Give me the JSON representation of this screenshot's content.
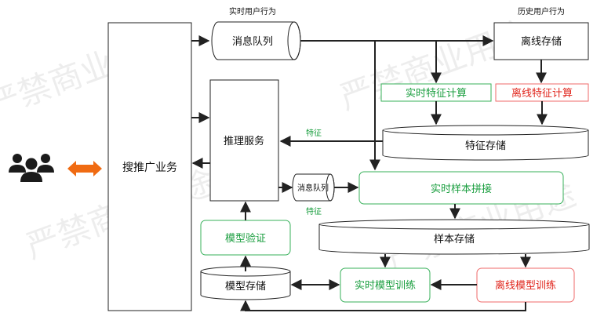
{
  "watermark": "严禁商业用途",
  "labels": {
    "realtime_user_behavior": "实时用户行为",
    "history_user_behavior": "历史用户行为",
    "feature_upper": "特征",
    "feature_lower": "特征"
  },
  "nodes": {
    "message_queue_top": "消息队列",
    "offline_storage": "离线存储",
    "search_rec_ads": "搜推广业务",
    "inference_service": "推理服务",
    "realtime_feature_compute": "实时特征计算",
    "offline_feature_compute": "离线特征计算",
    "feature_storage": "特征存储",
    "message_queue_small": "消息队列",
    "realtime_sample_join": "实时样本拼接",
    "sample_storage": "样本存储",
    "model_validation": "模型验证",
    "model_storage": "模型存储",
    "realtime_model_training": "实时模型训练",
    "offline_model_training": "离线模型训练"
  },
  "colors": {
    "stroke": "#222222",
    "green": "#1a9e3f",
    "green_border": "#37b05a",
    "red": "#e0241b",
    "red_border": "#ef6a6a",
    "orange_arrow": "#f06b12",
    "users": "#1b1b1b"
  },
  "icons": {
    "users": "users-group-icon"
  }
}
